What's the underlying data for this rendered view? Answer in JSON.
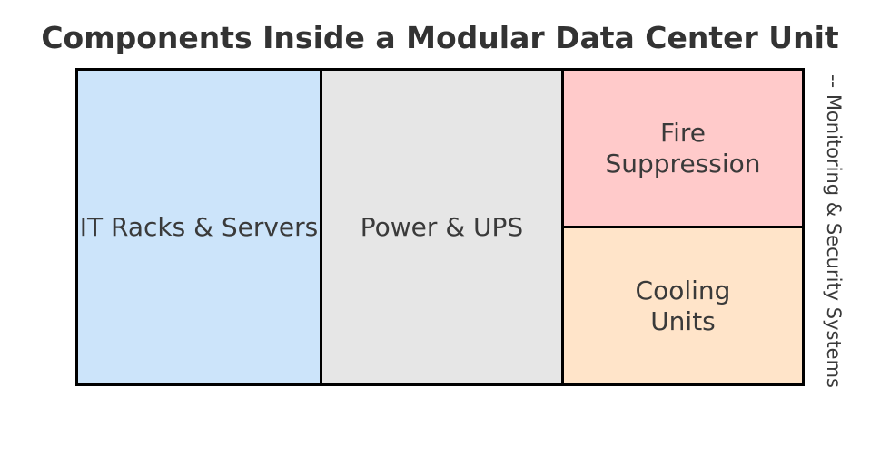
{
  "title": "Components Inside a Modular Data Center Unit",
  "side_label": "-- Monitoring & Security Systems",
  "sections": [
    {
      "id": "it-racks-servers",
      "label": "IT Racks & Servers",
      "color": "#cce4fa"
    },
    {
      "id": "power-ups",
      "label": "Power & UPS",
      "color": "#e6e6e6"
    },
    {
      "id": "fire-suppression",
      "label": "Fire\nSuppression",
      "color": "#ffcaca"
    },
    {
      "id": "cooling-units",
      "label": "Cooling\nUnits",
      "color": "#ffe4c9"
    }
  ],
  "colors": {
    "background": "#ffffff",
    "border": "#000000",
    "title_text": "#333333",
    "label_text": "#3a3a3a"
  }
}
